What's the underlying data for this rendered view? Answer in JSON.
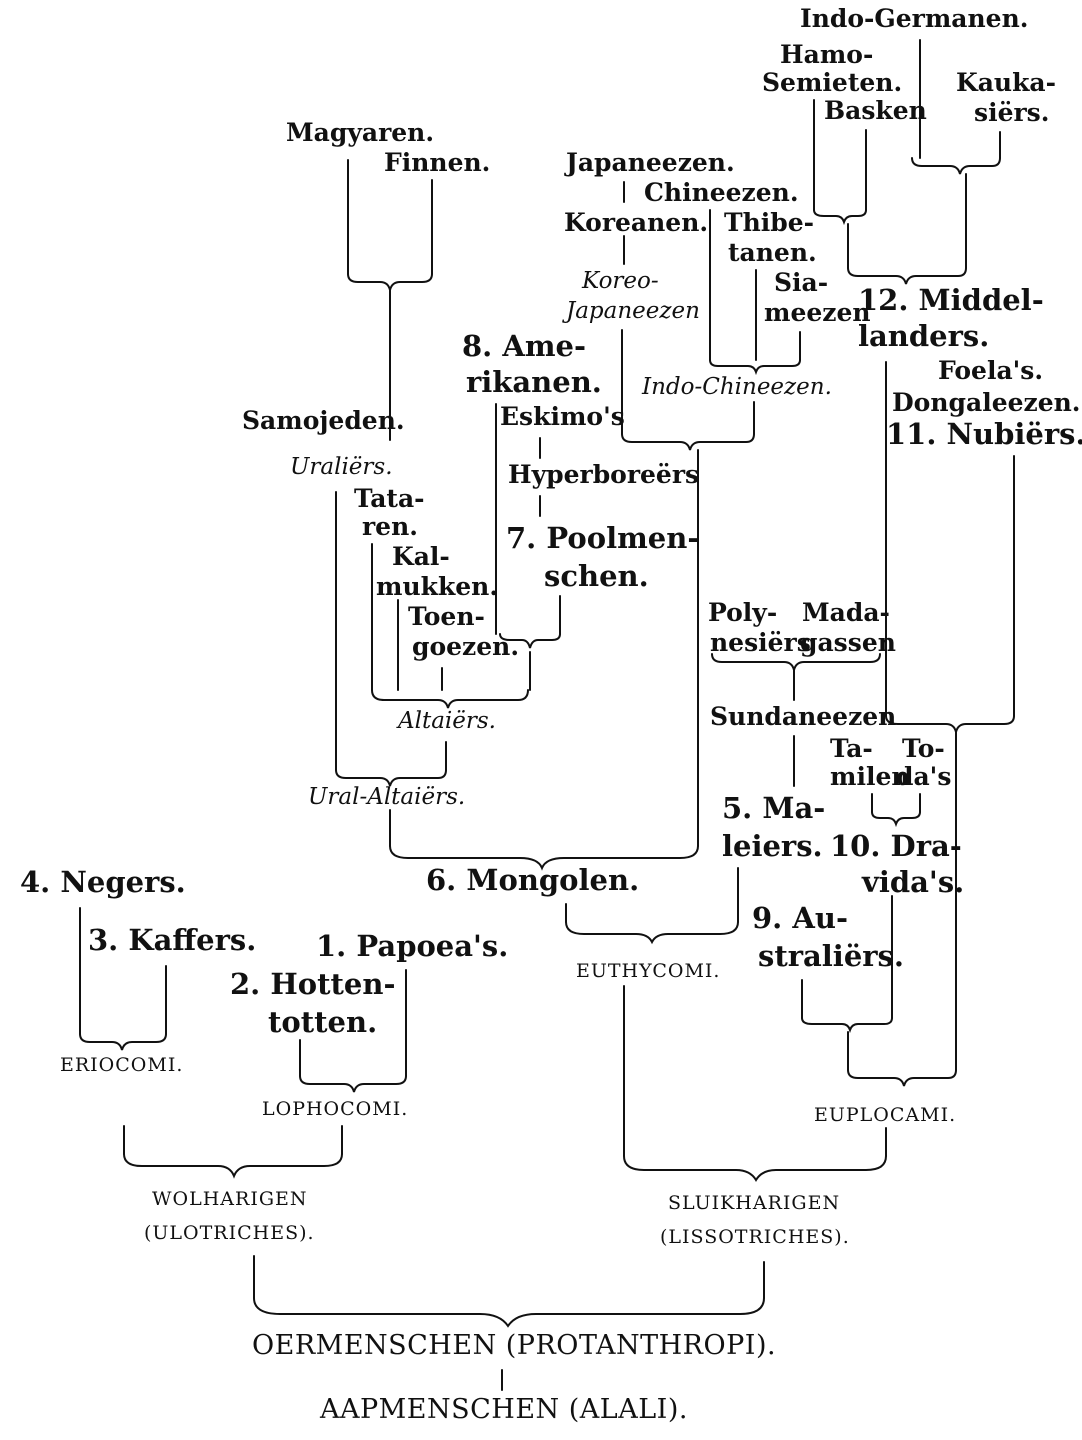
{
  "labels": {
    "indo_germanen": "Indo-Germanen.",
    "hamo": "Hamo-",
    "semieten": "Semieten.",
    "basken": "Basken",
    "kauka": "Kauka-",
    "siers": "siërs.",
    "magyaren": "Magyaren.",
    "finnen": "Finnen.",
    "japaneezen": "Japaneezen.",
    "chineezen": "Chineezen.",
    "koreanen": "Koreanen.",
    "thibe": "Thibe-",
    "tanen": "tanen.",
    "koreo": "Koreo-",
    "japaneezen_it": "Japaneezen",
    "sia": "Sia-",
    "meezen": "meezen",
    "middel_12": "12. Middel-",
    "landers": "landers.",
    "amer_8": "8. Ame-",
    "rikanen": "rikanen.",
    "indo_chineezen": "Indo-Chineezen.",
    "foelas": "Foela's.",
    "dongaleezen": "Dongaleezen.",
    "eskimos": "Eskimo's",
    "samojeden": "Samojeden.",
    "nubiers_11": "11. Nubiërs.",
    "uraliers": "Uraliërs.",
    "hyperboreers": "Hyperboreërs",
    "tata": "Tata-",
    "ren": "ren.",
    "poolmen_7": "7. Poolmen-",
    "schen": "schen.",
    "kal": "Kal-",
    "mukken": "mukken.",
    "toen": "Toen-",
    "goezen": "goezen.",
    "poly": "Poly-",
    "nesiers": "nesiërs",
    "mada": "Mada-",
    "gassen": "gassen",
    "altaiers": "Altaiërs.",
    "sundaneezen": "Sundaneezen",
    "ta": "Ta-",
    "milen": "milen",
    "to": "To-",
    "das": "da's",
    "ural_altaiers": "Ural-Altaiërs.",
    "ma_5": "5. Ma-",
    "leiers": "leiers.",
    "dra_10": "10. Dra-",
    "vidas": "vida's.",
    "negers_4": "4. Negers.",
    "mongolen_6": "6. Mongolen.",
    "kaffers_3": "3. Kaffers.",
    "papoeas_1": "1. Papoea's.",
    "au_9": "9. Au-",
    "straliers": "straliërs.",
    "hotten_2": "2. Hotten-",
    "totten": "totten.",
    "euthycomi": "EUTHYCOMI.",
    "eriocomi": "ERIOCOMI.",
    "lophocomi": "LOPHOCOMI.",
    "euplocami": "EUPLOCAMI.",
    "wolharigen": "WOLHARIGEN",
    "ulotriches": "(ULOTRICHES).",
    "sluikharigen": "SLUIKHARIGEN",
    "lissotriches": "(LISSOTRICHES).",
    "oermenschen": "OERMENSCHEN (PROTANTHROPI).",
    "aapmenschen": "AAPMENSCHEN (ALALI)."
  }
}
